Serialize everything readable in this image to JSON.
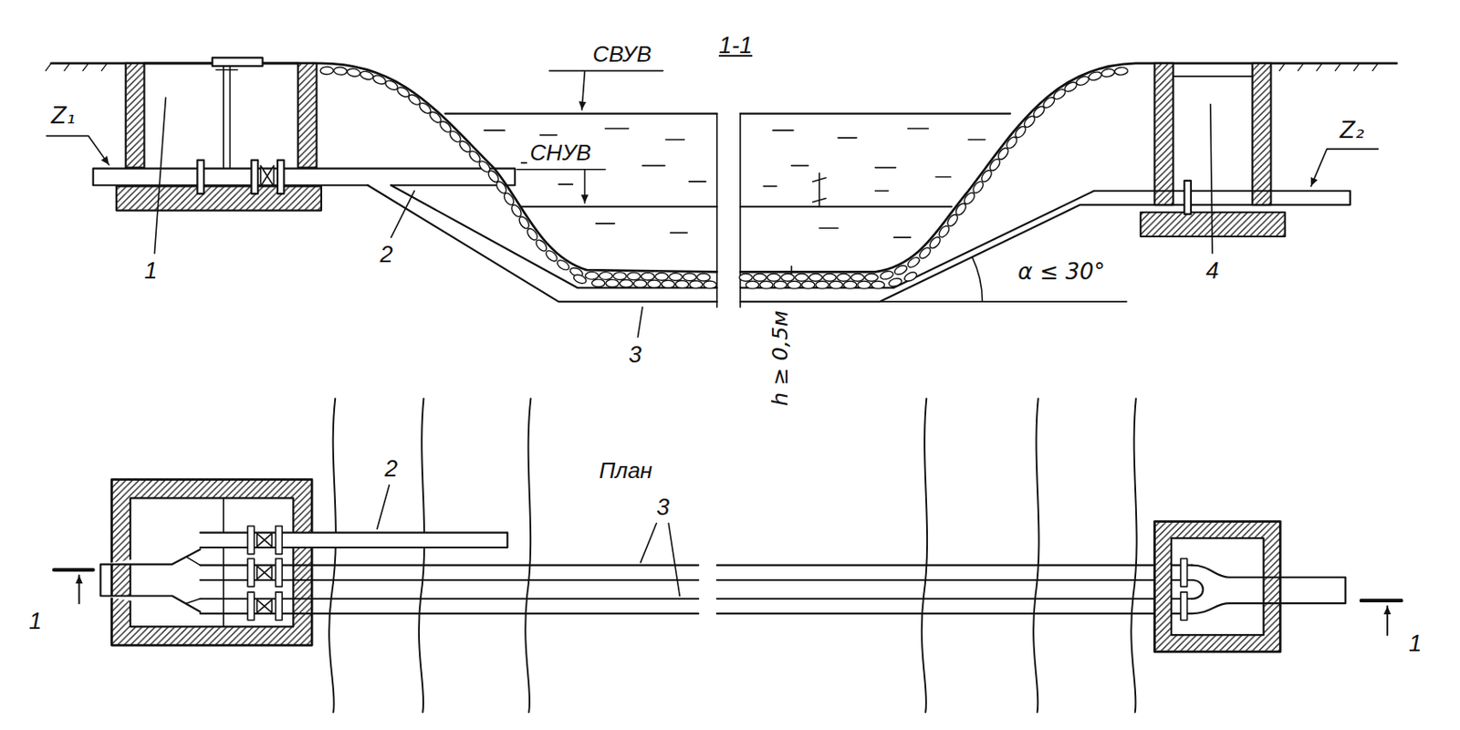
{
  "diagram": {
    "labels": [
      "1-1",
      "СВУВ",
      "СНУВ",
      "Z₁",
      "Z₂",
      "1",
      "2",
      "3",
      "4",
      "α ≤ 30°",
      "h ≥ 0,5м",
      "План",
      "2",
      "3",
      "1",
      "1"
    ]
  }
}
